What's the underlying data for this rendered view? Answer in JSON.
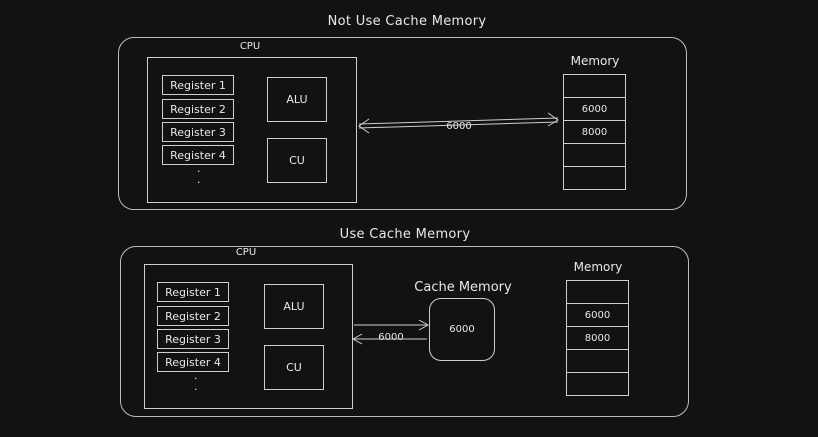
{
  "top": {
    "title": "Not Use Cache Memory",
    "cpu_label": "CPU",
    "registers": [
      "Register 1",
      "Register 2",
      "Register 3",
      "Register 4"
    ],
    "dots": ".\n.",
    "alu": "ALU",
    "cu": "CU",
    "arrow_label": "6000",
    "memory_label": "Memory",
    "memory_cells": [
      "",
      "6000",
      "8000",
      "",
      ""
    ]
  },
  "bottom": {
    "title": "Use Cache Memory",
    "cpu_label": "CPU",
    "registers": [
      "Register 1",
      "Register 2",
      "Register 3",
      "Register 4"
    ],
    "dots": ".\n.",
    "alu": "ALU",
    "cu": "CU",
    "arrow_label": "6000",
    "cache_label": "Cache Memory",
    "cache_value": "6000",
    "memory_label": "Memory",
    "memory_cells": [
      "",
      "6000",
      "8000",
      "",
      ""
    ]
  }
}
